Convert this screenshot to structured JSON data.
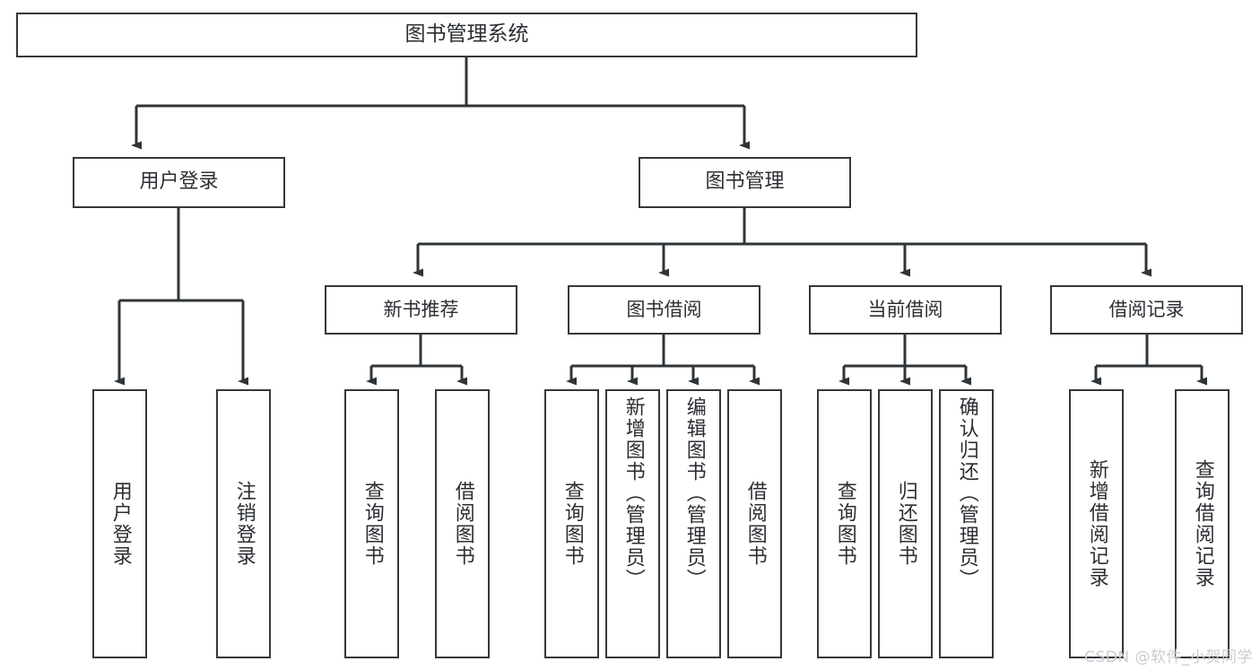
{
  "diagram": {
    "title": "图书管理系统",
    "type": "tree-hierarchy",
    "watermark": "CSDN @软件_小贺同学",
    "colors": {
      "box_border": "#33383d",
      "box_fill": "#ffffff",
      "connector": "#2f3438",
      "text": "#2b2f33",
      "watermark": "#c9ccd0",
      "background": "#ffffff"
    },
    "root": {
      "label": "图书管理系统"
    },
    "level1": [
      {
        "label": "用户登录"
      },
      {
        "label": "图书管理"
      }
    ],
    "level2": [
      {
        "label": "新书推荐"
      },
      {
        "label": "图书借阅"
      },
      {
        "label": "当前借阅"
      },
      {
        "label": "借阅记录"
      }
    ],
    "leaves": {
      "user_login": [
        {
          "label": "用户登录"
        },
        {
          "label": "注销登录"
        }
      ],
      "new_book": [
        {
          "label": "查询图书"
        },
        {
          "label": "借阅图书"
        }
      ],
      "book_borrow": [
        {
          "label": "查询图书"
        },
        {
          "label": "新增图书（管理员）"
        },
        {
          "label": "编辑图书（管理员）"
        },
        {
          "label": "借阅图书"
        }
      ],
      "current_borrow": [
        {
          "label": "查询图书"
        },
        {
          "label": "归还图书"
        },
        {
          "label": "确认归还（管理员）"
        }
      ],
      "borrow_record": [
        {
          "label": "新增借阅记录"
        },
        {
          "label": "查询借阅记录"
        }
      ]
    }
  }
}
